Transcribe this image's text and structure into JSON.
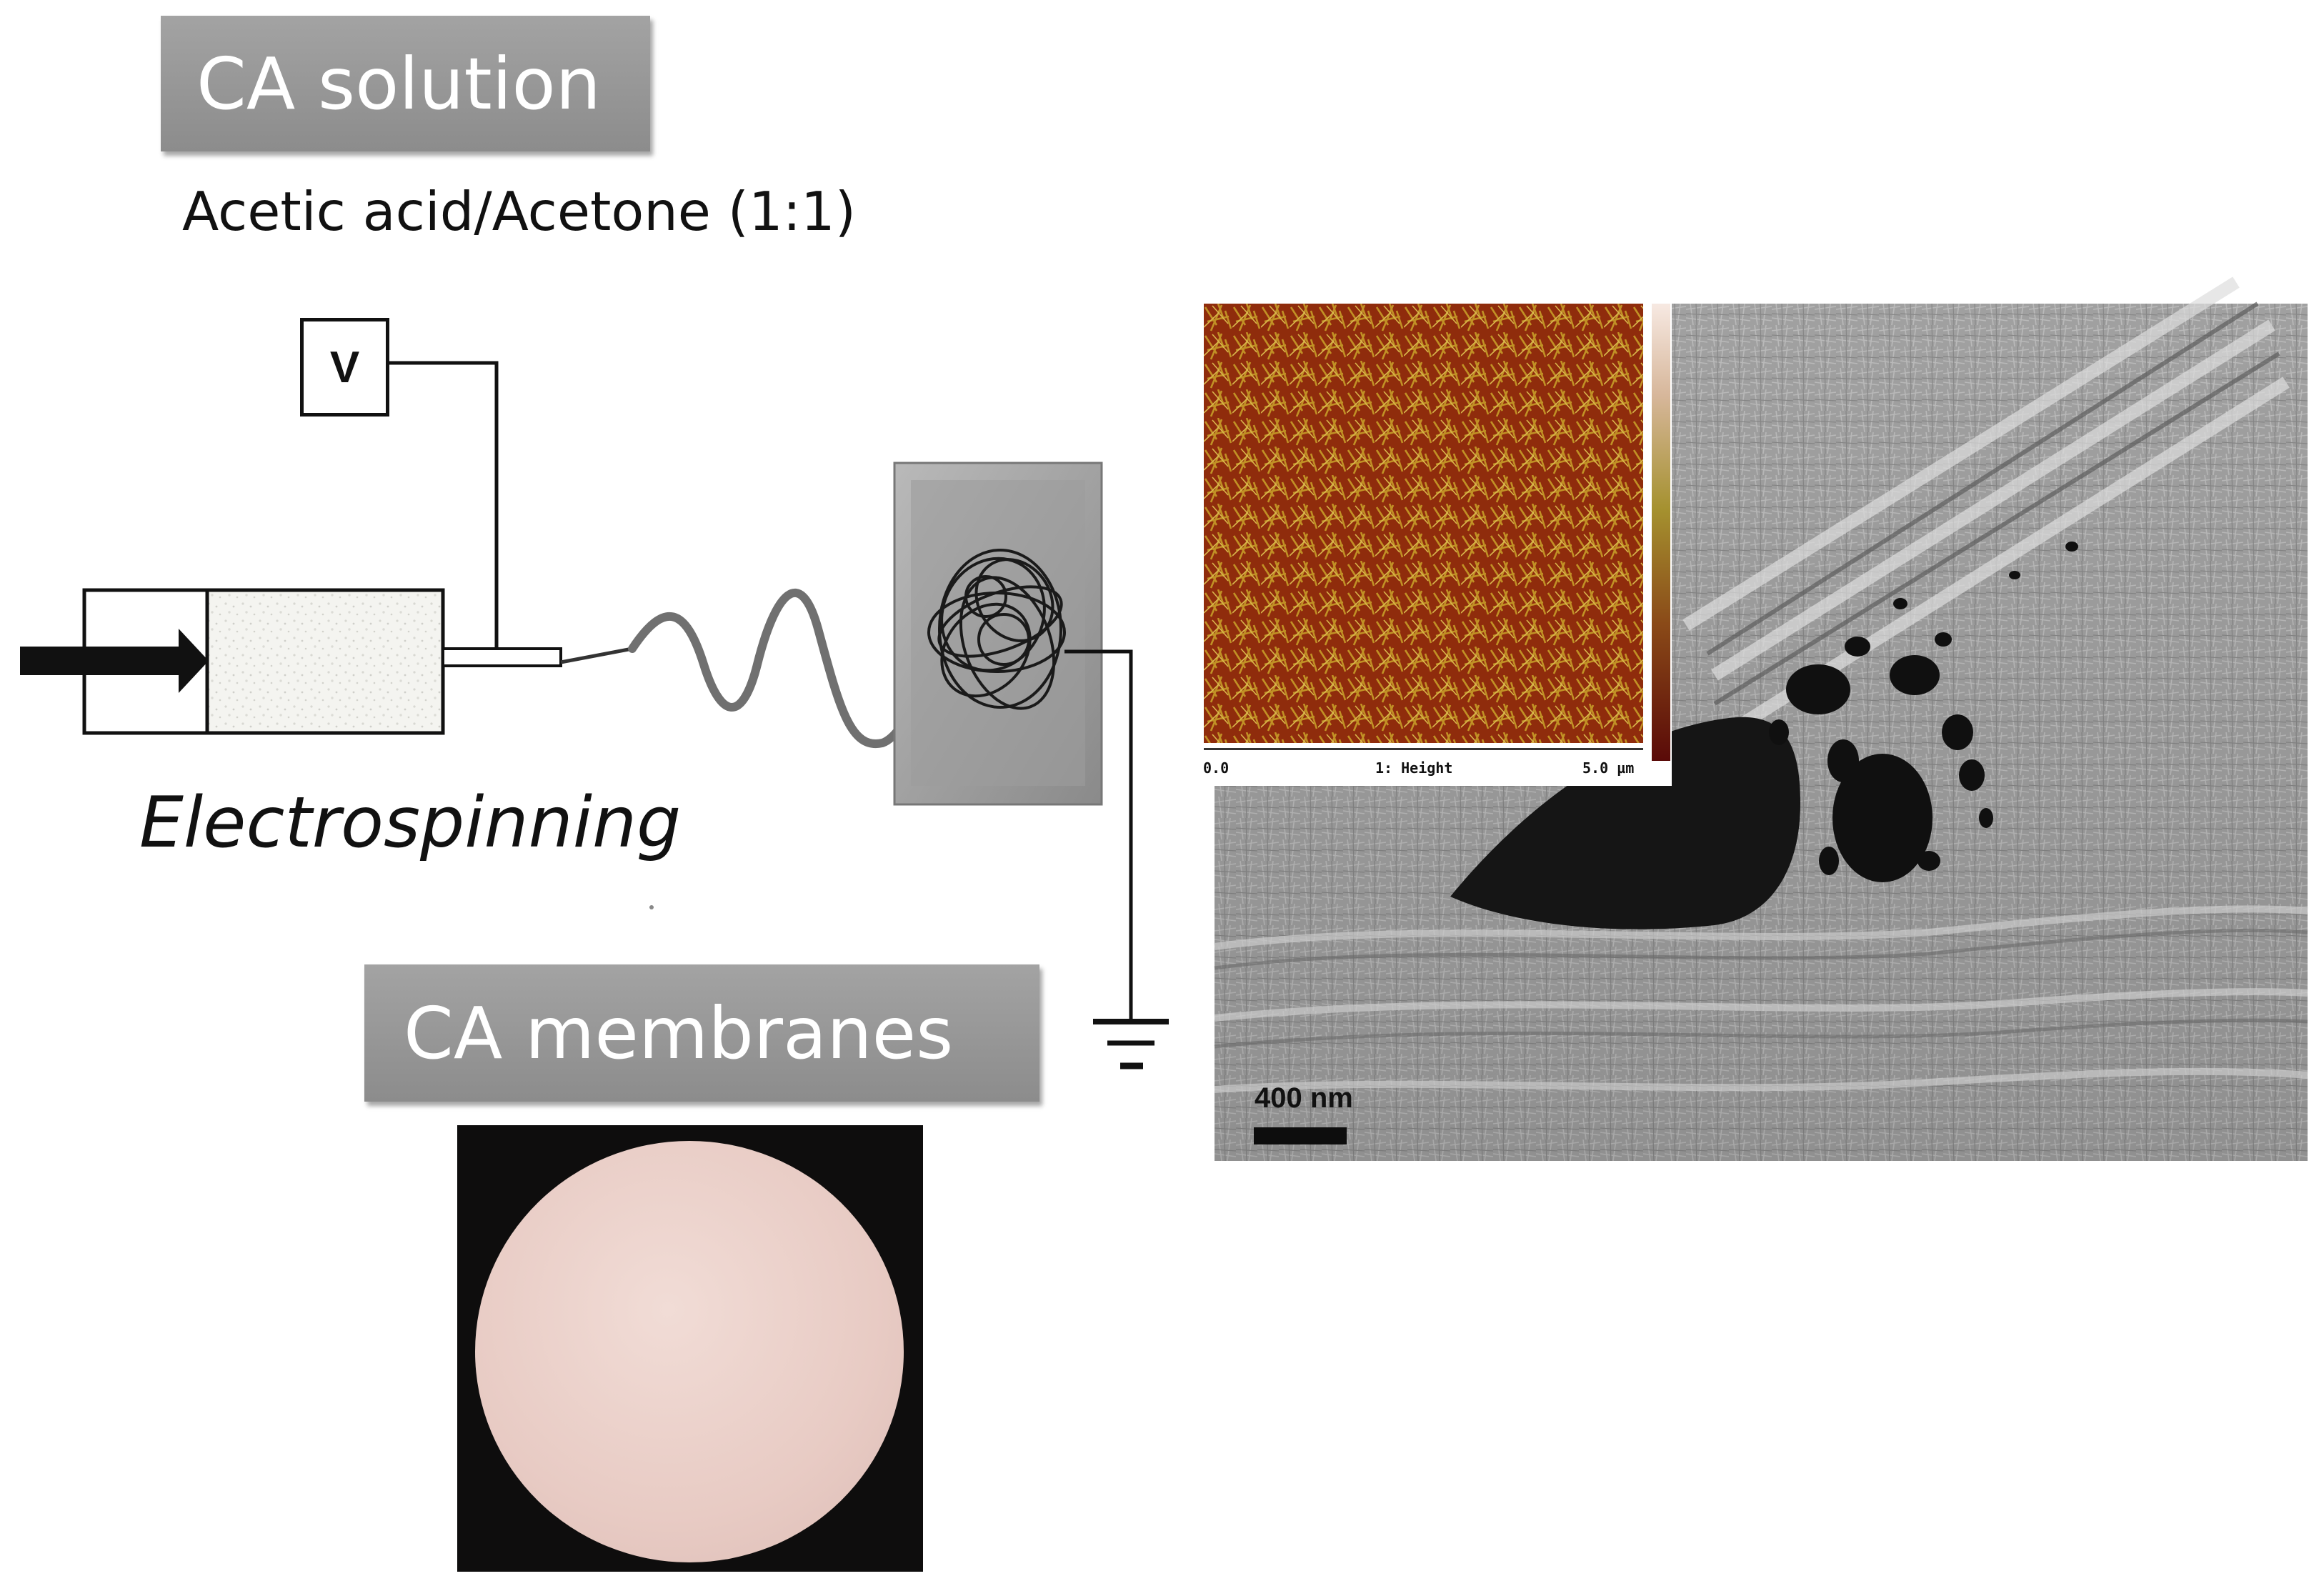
{
  "title_box": {
    "label": "CA solution"
  },
  "solvent": {
    "text": "Acetic acid/Acetone (1:1)"
  },
  "voltage": {
    "label": "V"
  },
  "process": {
    "label": "Electrospinning"
  },
  "membranes_box": {
    "label": "CA membranes"
  },
  "afm": {
    "axis_start": "0.0",
    "axis_mid": "1: Height",
    "axis_end": "5.0 µm"
  },
  "sem": {
    "scale_label": "400 nm"
  },
  "colors": {
    "label_box": "#9a9a9a",
    "collector": "#9d9d9d",
    "jet": "#6e6e6e",
    "membrane": "#ecd2cb"
  }
}
